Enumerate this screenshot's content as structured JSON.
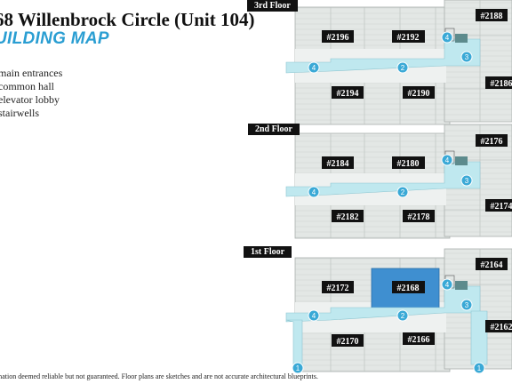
{
  "header": {
    "title": "68 Willenbrock Circle (Unit 104)",
    "subtitle": "UILDING MAP"
  },
  "legend": {
    "items": [
      "main entrances",
      "common hall",
      "elevator lobby",
      "stairwells"
    ]
  },
  "floors": [
    {
      "label": "3rd Floor",
      "units": [
        "#2196",
        "#2192",
        "#2188",
        "#2186",
        "#2194",
        "#2190"
      ],
      "badges": [
        "4",
        "2",
        "4",
        "3"
      ]
    },
    {
      "label": "2nd Floor",
      "units": [
        "#2184",
        "#2180",
        "#2176",
        "#2174",
        "#2182",
        "#2178"
      ],
      "badges": [
        "4",
        "2",
        "4",
        "3"
      ]
    },
    {
      "label": "1st Floor",
      "units": [
        "#2172",
        "#2168",
        "#2164",
        "#2162",
        "#2170",
        "#2166"
      ],
      "badges": [
        "4",
        "2",
        "4",
        "3",
        "1",
        "1"
      ]
    }
  ],
  "footer": {
    "disclaimer": "mation deemed reliable but not guaranteed. Floor plans are sketches and are not accurate architectural blueprints."
  },
  "colors": {
    "hall": "#bfe8ef",
    "badge": "#3aa9d6",
    "highlight": "#3f8fd0",
    "unit_bg": "#e2e6e4",
    "label_bg": "#111111"
  }
}
